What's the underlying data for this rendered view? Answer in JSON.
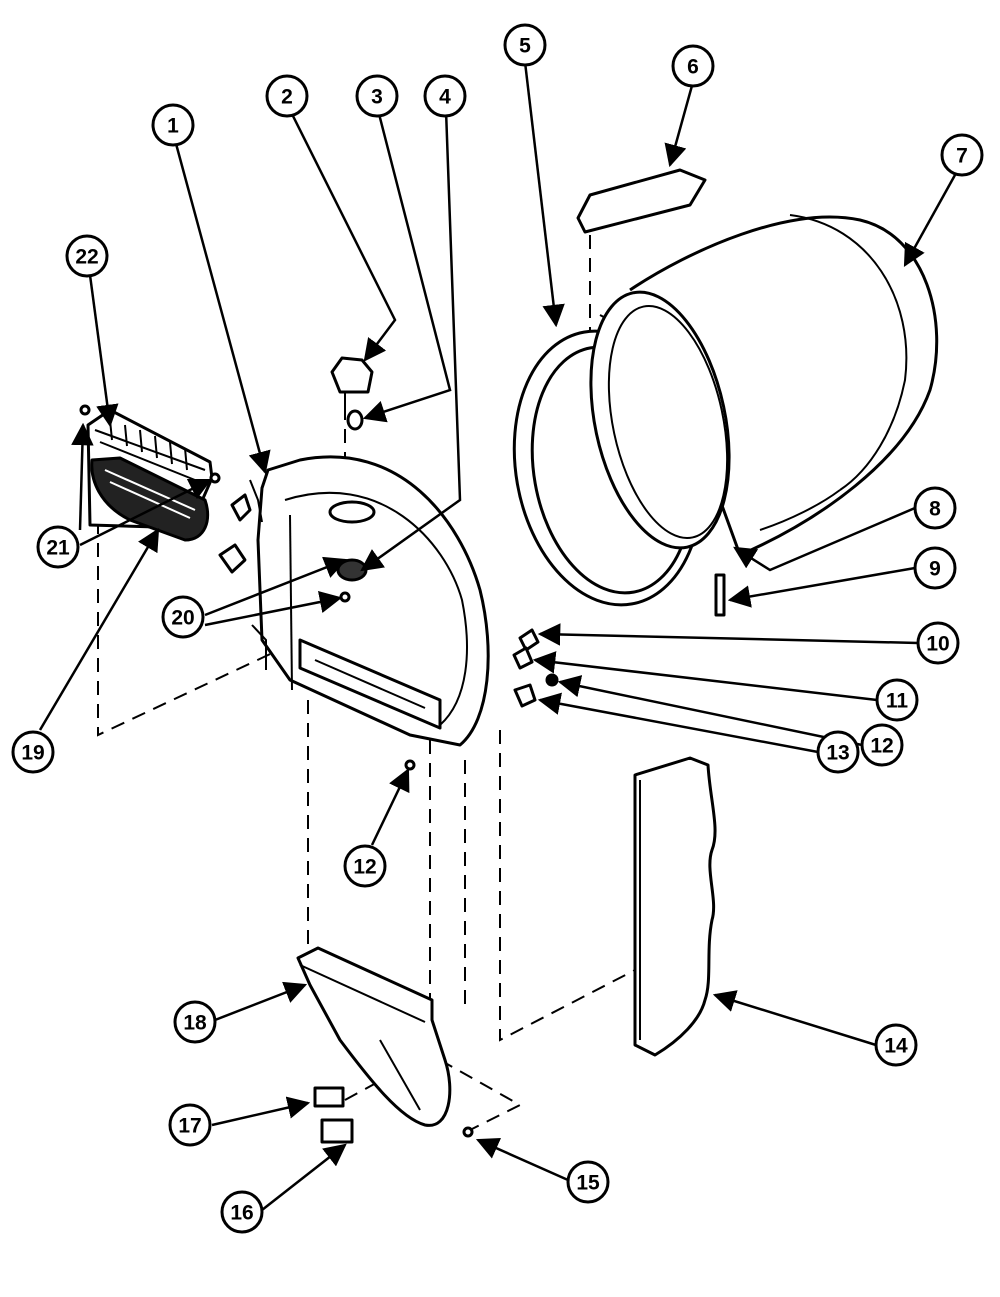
{
  "callouts": [
    {
      "id": "1",
      "label": "1"
    },
    {
      "id": "2",
      "label": "2"
    },
    {
      "id": "3",
      "label": "3"
    },
    {
      "id": "4",
      "label": "4"
    },
    {
      "id": "5",
      "label": "5"
    },
    {
      "id": "6",
      "label": "6"
    },
    {
      "id": "7",
      "label": "7"
    },
    {
      "id": "8",
      "label": "8"
    },
    {
      "id": "9",
      "label": "9"
    },
    {
      "id": "10",
      "label": "10"
    },
    {
      "id": "11",
      "label": "11"
    },
    {
      "id": "12a",
      "label": "12"
    },
    {
      "id": "12b",
      "label": "12"
    },
    {
      "id": "13",
      "label": "13"
    },
    {
      "id": "14",
      "label": "14"
    },
    {
      "id": "15",
      "label": "15"
    },
    {
      "id": "16",
      "label": "16"
    },
    {
      "id": "17",
      "label": "17"
    },
    {
      "id": "18",
      "label": "18"
    },
    {
      "id": "19",
      "label": "19"
    },
    {
      "id": "20",
      "label": "20"
    },
    {
      "id": "21",
      "label": "21"
    },
    {
      "id": "22",
      "label": "22"
    }
  ],
  "colors": {
    "line": "#000000",
    "background": "#ffffff"
  }
}
